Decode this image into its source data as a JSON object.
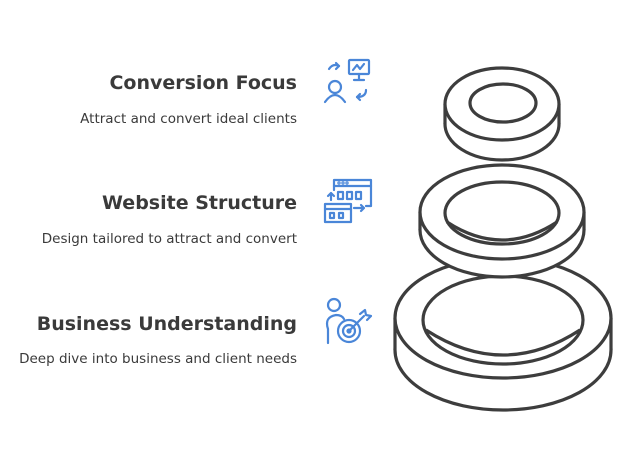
{
  "levels": [
    {
      "title": "Conversion Focus",
      "description": "Attract and convert ideal clients",
      "icon": "user-conversion-chart-icon"
    },
    {
      "title": "Website Structure",
      "description": "Design tailored to attract and convert",
      "icon": "website-layout-icon"
    },
    {
      "title": "Business Understanding",
      "description": "Deep dive into business and client needs",
      "icon": "person-target-icon"
    }
  ],
  "colors": {
    "icon": "#4a86d8",
    "stroke": "#3d3d3d",
    "text": "#3a3a3a"
  }
}
